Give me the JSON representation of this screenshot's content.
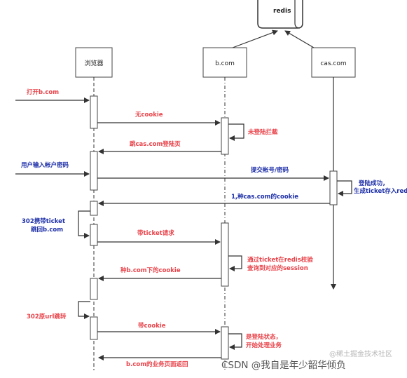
{
  "participants": {
    "redis": "redis",
    "browser": "浏览器",
    "bcom": "b.com",
    "cascom": "cas.com"
  },
  "messages": {
    "m1": "打开b.com",
    "m2": "无cookie",
    "m3": "未登陆拦截",
    "m4": "跳cas.com登陆页",
    "m5": "用户输入帐户密码",
    "m6": "提交帐号/密码",
    "m7a": "登陆成功，",
    "m7b": "生成ticket存入redis",
    "m8": "1,种cas.com的cookie",
    "m9a": "302携带ticket",
    "m9b": "跳回b.com",
    "m10": "带ticket请求",
    "m11a": "通过ticket在redis校验",
    "m11b": "查询到对应的session",
    "m12": "种b.com下的cookie",
    "m13": "302原url跳转",
    "m14": "带cookie",
    "m15a": "是登陆状态，",
    "m15b": "开始处理业务",
    "m16": "b.com的业务页面返回"
  },
  "watermarks": {
    "juejin": "@稀土掘金技术社区",
    "csdn": "CSDN @我自是年少韶华倾负"
  },
  "colors": {
    "red": "#e8434a",
    "blue": "#1d2fa8",
    "line": "#333333"
  }
}
